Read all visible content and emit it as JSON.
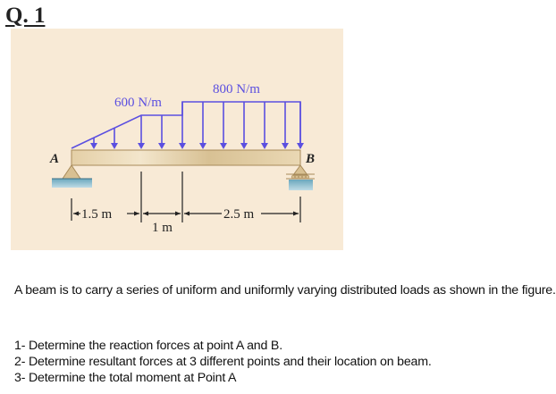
{
  "question": {
    "label": "Q. 1"
  },
  "figure": {
    "point_a_label": "A",
    "point_b_label": "B",
    "load_1_label": "600 N/m",
    "load_2_label": "800 N/m",
    "dim_1_label": "1.5 m",
    "dim_2_label": "1 m",
    "dim_3_label": "2.5 m",
    "colors": {
      "background": "#f8ead6",
      "load": "#5b4fe0",
      "beam": "#e9d6b0",
      "ground": "#8fbfd0"
    }
  },
  "problem": {
    "statement": "A beam is to carry a series of uniform and uniformly varying distributed loads as shown in the figure.",
    "tasks": [
      "1- Determine the reaction forces at point A and B.",
      "2- Determine resultant forces at 3 different points and their location on beam.",
      "3- Determine the total moment at Point A"
    ]
  }
}
